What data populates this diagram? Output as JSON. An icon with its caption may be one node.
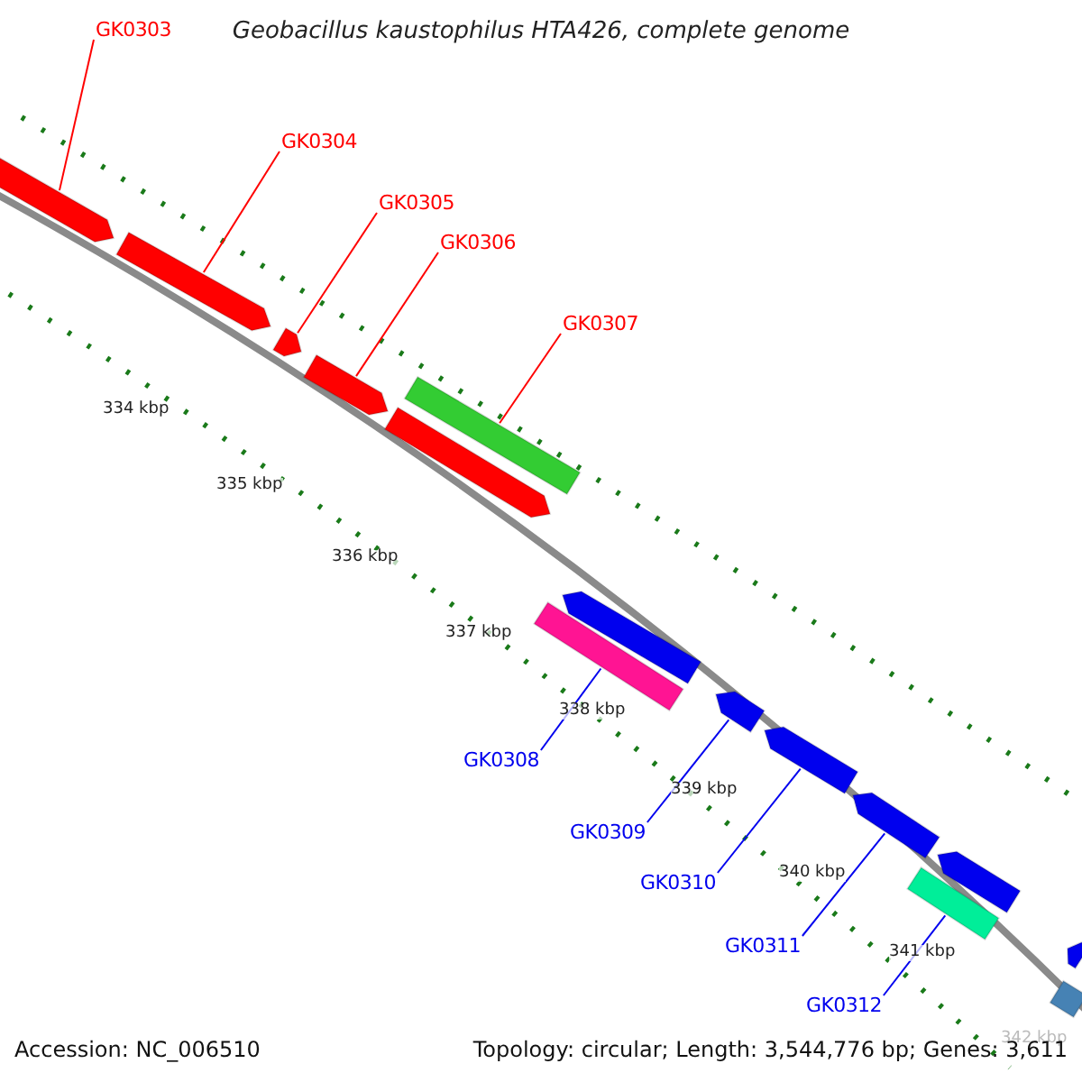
{
  "diagram": {
    "title": "Geobacillus kaustophilus HTA426, complete genome",
    "nodes": [
      {
        "text": [
          "GK0303"
        ]
      },
      {
        "text": [
          "GK0304"
        ]
      },
      {
        "text": [
          "GK0305"
        ]
      },
      {
        "text": [
          "GK0306"
        ]
      },
      {
        "text": [
          "GK0307"
        ]
      },
      {
        "text": [
          "GK0308"
        ]
      },
      {
        "text": [
          "GK0309"
        ]
      },
      {
        "text": [
          "GK0310"
        ]
      },
      {
        "text": [
          "GK0311"
        ]
      },
      {
        "text": [
          "GK0312"
        ]
      },
      {
        "text": [],
        "shape": "bar"
      },
      {
        "text": [],
        "shape": "bar"
      },
      {
        "text": [],
        "shape": "bar"
      },
      {
        "text": [],
        "shape": "bar"
      },
      {
        "text": [],
        "shape": "bar"
      },
      {
        "text": [],
        "shape": "bar"
      },
      {
        "text": [],
        "shape": "bar"
      },
      {
        "text": [],
        "shape": "bar"
      },
      {
        "text": [],
        "shape": "bar"
      },
      {
        "text": [],
        "shape": "bar"
      },
      {
        "text": [],
        "shape": "bar"
      },
      {
        "text": [],
        "shape": "bar"
      },
      {
        "text": [],
        "shape": "bar"
      },
      {
        "text": [],
        "shape": "bar"
      },
      {
        "text": [],
        "shape": "bar"
      }
    ],
    "edges": [
      {
        "from": 0,
        "to": 10,
        "arrow": "none"
      },
      {
        "from": 1,
        "to": 11,
        "arrow": "none"
      },
      {
        "from": 2,
        "to": 12,
        "arrow": "none"
      },
      {
        "from": 3,
        "to": 13,
        "arrow": "none"
      },
      {
        "from": 4,
        "to": 15,
        "arrow": "none"
      },
      {
        "from": 5,
        "to": 17,
        "arrow": "none",
        "color": "#0000ee"
      },
      {
        "from": 6,
        "to": 18,
        "arrow": "none",
        "color": "#0000ee"
      },
      {
        "from": 7,
        "to": 19,
        "arrow": "none",
        "color": "#0000ee"
      },
      {
        "from": 8,
        "to": 20,
        "arrow": "none",
        "color": "#0000ee"
      },
      {
        "from": 9,
        "to": 21,
        "arrow": "none",
        "color": "#0000ee"
      }
    ],
    "labels": [
      "334 kbp",
      "335 kbp",
      "336 kbp",
      "337 kbp",
      "338 kbp",
      "339 kbp",
      "340 kbp",
      "341 kbp",
      "342 kbp",
      "Accession: NC_006510",
      "Topology: circular; Length: 3,544,776 bp; Genes: 3,611"
    ]
  }
}
